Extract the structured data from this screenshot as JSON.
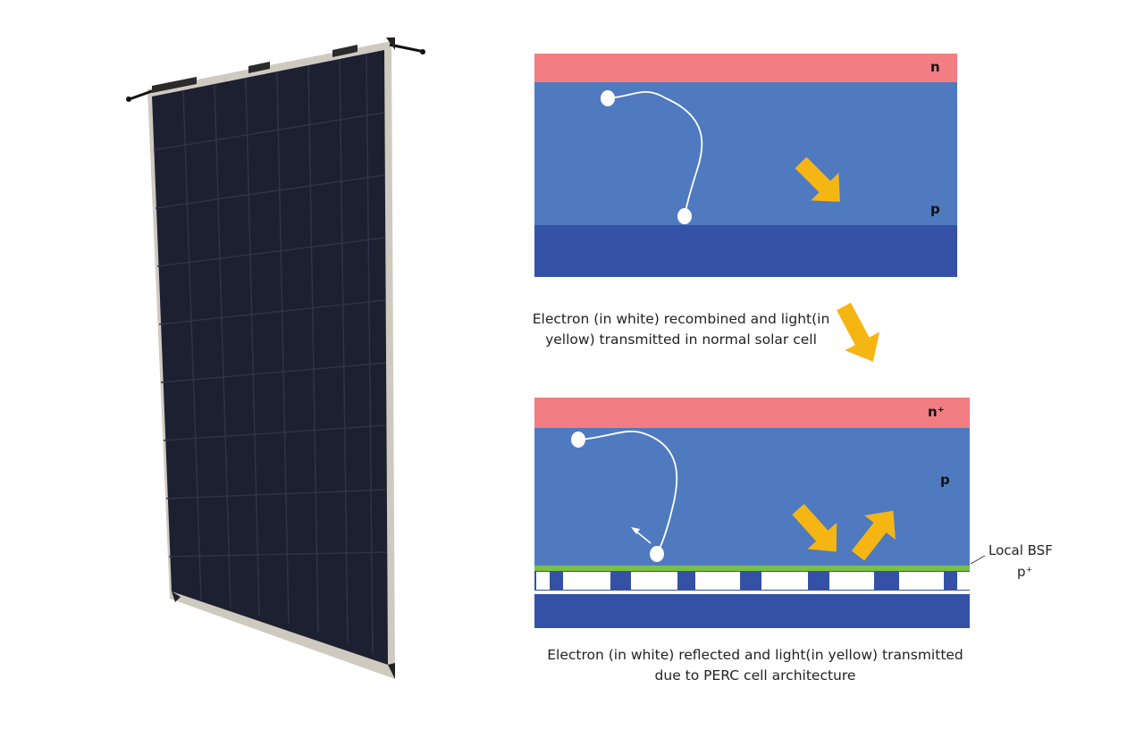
{
  "top_diagram": {
    "label_n": "n",
    "label_p": "p",
    "caption": "Electron (in white) recombined and light(in yellow) transmitted in normal solar cell"
  },
  "bottom_diagram": {
    "label_n": "n⁺",
    "label_p": "p",
    "bsf_label": "Local BSF",
    "bsf_label2": "p⁺",
    "caption": "Electron (in white) reflected and light(in yellow) transmitted due to PERC cell architecture"
  },
  "colors": {
    "n_layer": "#f27d82",
    "p_layer": "#4f7ac0",
    "back_layer": "#3451a6",
    "bsf_green": "#7ac142",
    "arrow_yellow": "#f5b614",
    "panel_dark": "#1c1f2e"
  }
}
